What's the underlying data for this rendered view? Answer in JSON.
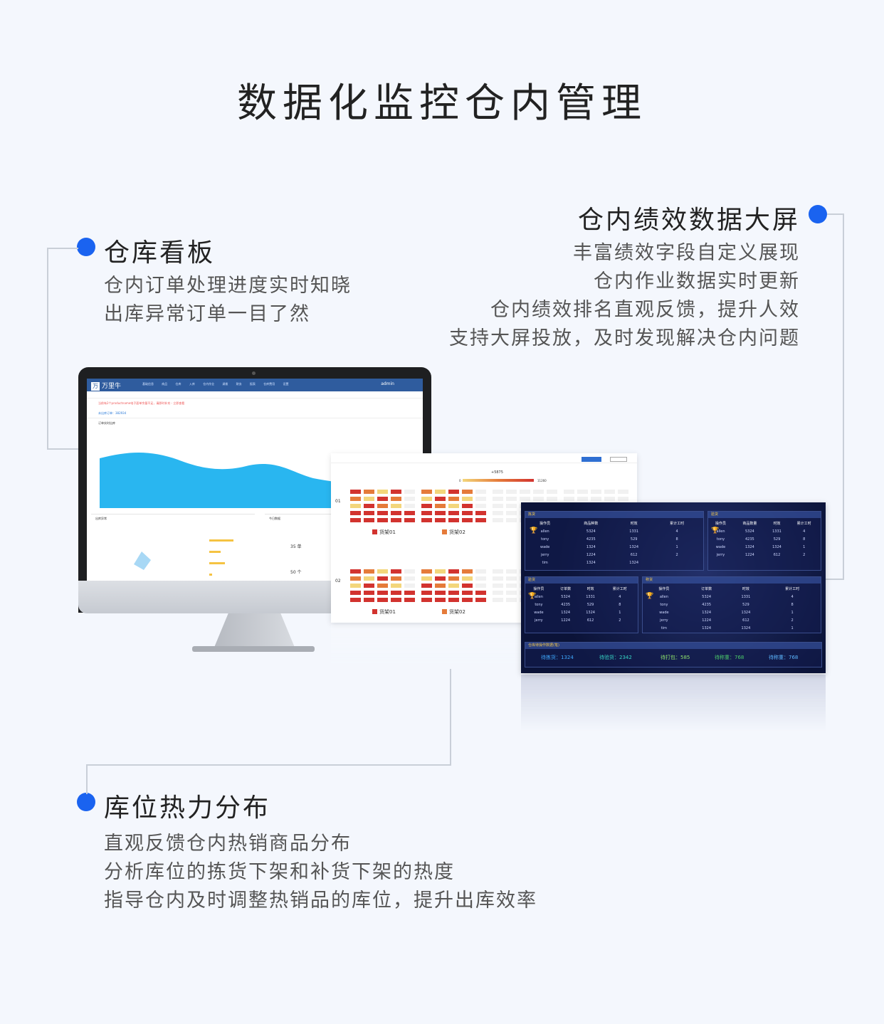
{
  "title": "数据化监控仓内管理",
  "features": {
    "board": {
      "title": "仓库看板",
      "lines": [
        "仓内订单处理进度实时知晓",
        "出库异常订单一目了然"
      ]
    },
    "performance": {
      "title": "仓内绩效数据大屏",
      "lines": [
        "丰富绩效字段自定义展现",
        "仓内作业数据实时更新",
        "仓内绩效排名直观反馈，提升人效",
        "支持大屏投放，及时发现解决仓内问题"
      ]
    },
    "heat": {
      "title": "库位热力分布",
      "lines": [
        "直观反馈仓内热销商品分布",
        "分析库位的拣货下架和补货下架的热度",
        "指导仓内及时调整热销品的库位，提升出库效率"
      ]
    }
  },
  "dashboard": {
    "brand": "万里牛",
    "menus": "基础信息 商品 仓库 入库 仓内作业 调拨 财务 报表 仓库费用 设置",
    "admin": "admin",
    "alert": "当前有2个productname电子面单余量不足，请即时补充 - 立即查看",
    "stat": "未出库订单：382934",
    "chart_title": "订单实时出库",
    "panel_left_title": "出库异常",
    "panel_right_title": "今日数据",
    "today_orders": "35 单",
    "today_in": "50 个"
  },
  "heatmap": {
    "min_label": "0",
    "max_label": "11260",
    "mid_label": "+5875",
    "row1": "01",
    "row2": "02",
    "shelf1": "货架01",
    "shelf2": "货架02",
    "colors": {
      "hot": "#d2332f",
      "warm": "#e57b3a",
      "mild": "#f3d67b",
      "cold": "#f1f1f1"
    }
  },
  "bigscreen": {
    "panels": [
      {
        "title": "拣货",
        "headers": [
          "操作员",
          "商品种数",
          "时效",
          "累计工时"
        ],
        "rows": [
          [
            "allen",
            "5324",
            "1331",
            "4"
          ],
          [
            "tony",
            "4235",
            "529",
            "8"
          ],
          [
            "wade",
            "1324",
            "1324",
            "1"
          ],
          [
            "jerry",
            "1224",
            "612",
            "2"
          ],
          [
            "tim",
            "1324",
            "1324",
            ""
          ]
        ]
      },
      {
        "title": "验货",
        "headers": [
          "操作员",
          "商品数量",
          "时效",
          "累计工时"
        ],
        "rows": [
          [
            "allen",
            "5324",
            "1331",
            "4"
          ],
          [
            "tony",
            "4235",
            "529",
            "8"
          ],
          [
            "wade",
            "1324",
            "1324",
            "1"
          ],
          [
            "jerry",
            "1224",
            "612",
            "2"
          ]
        ]
      },
      {
        "title": "验货",
        "headers": [
          "操作员",
          "订单数",
          "时效",
          "累计工时"
        ],
        "rows": [
          [
            "allen",
            "5324",
            "1331",
            "4"
          ],
          [
            "tony",
            "4235",
            "529",
            "8"
          ],
          [
            "wade",
            "1324",
            "1324",
            "1"
          ],
          [
            "jerry",
            "1224",
            "612",
            "2"
          ]
        ]
      },
      {
        "title": "称货",
        "headers": [
          "操作员",
          "订单数",
          "时效",
          "累计工时"
        ],
        "rows": [
          [
            "allen",
            "5324",
            "1331",
            "4"
          ],
          [
            "tony",
            "4235",
            "529",
            "8"
          ],
          [
            "wade",
            "1324",
            "1324",
            "1"
          ],
          [
            "jerry",
            "1224",
            "612",
            "2"
          ],
          [
            "tim",
            "1324",
            "1324",
            "1"
          ]
        ]
      }
    ],
    "footer_title": "仓库待操作数据(笔)",
    "metrics": [
      {
        "label": "待拣货：1324",
        "color": "#3fa9ff"
      },
      {
        "label": "待验货：2342",
        "color": "#36d6c6"
      },
      {
        "label": "待打包：585",
        "color": "#8fe36c"
      },
      {
        "label": "待称重：768",
        "color": "#4ccc6a"
      },
      {
        "label": "待称重：768",
        "color": "#5db7ff"
      }
    ]
  }
}
